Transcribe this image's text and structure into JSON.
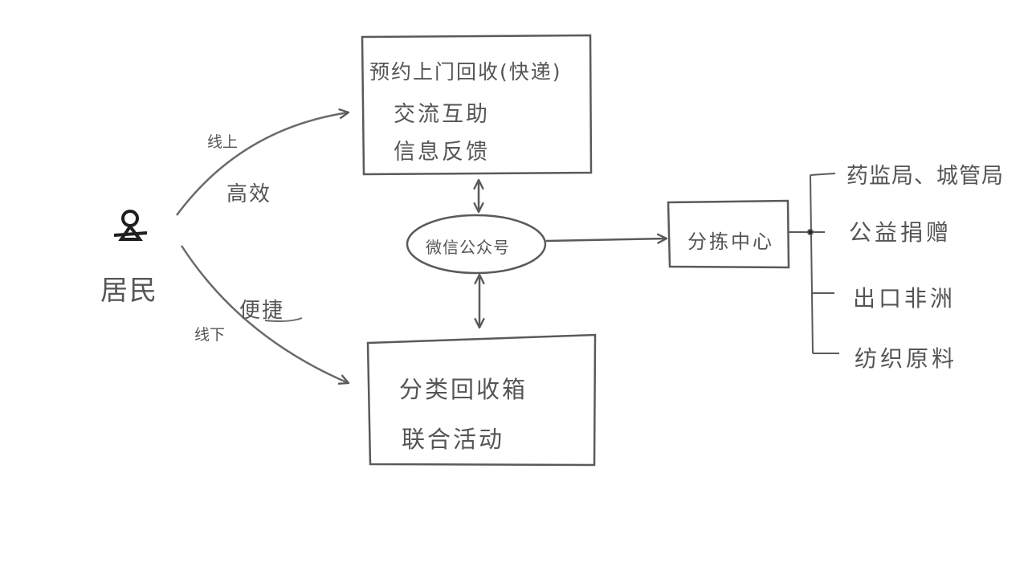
{
  "diagram": {
    "title": "",
    "actor": {
      "label": "居民",
      "icon": "person-icon"
    },
    "edges_from_actor": [
      {
        "channel": "线上",
        "quality": "高效",
        "target": "online_box"
      },
      {
        "channel": "线下",
        "quality": "便捷",
        "target": "offline_box"
      }
    ],
    "online_box": {
      "lines": [
        "预约上门回收(快递)",
        "交流互助",
        "信息反馈"
      ]
    },
    "hub": {
      "label": "微信公众号"
    },
    "offline_box": {
      "lines": [
        "分类回收箱",
        "联合活动"
      ]
    },
    "sorting_center": {
      "label": "分拣中心"
    },
    "destinations": [
      "药监局、城管局",
      "公益捐赠",
      "出口非洲",
      "纺织原料"
    ],
    "colors": {
      "stroke": "#5a5a5a",
      "text": "#4a4a4a",
      "background": "#ffffff"
    }
  }
}
